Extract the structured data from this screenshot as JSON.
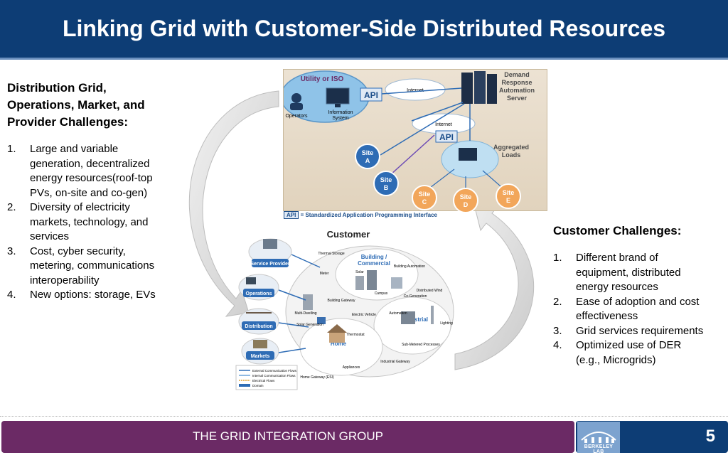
{
  "slide": {
    "title": "Linking Grid with Customer-Side Distributed Resources",
    "page_number": "5"
  },
  "left_panel": {
    "heading_lines": [
      "Distribution Grid,",
      "Operations, Market, and",
      "Provider Challenges:"
    ],
    "items": [
      {
        "num": "1.",
        "text_lines": [
          "Large and variable",
          "generation, decentralized",
          "energy resources(roof-top",
          "PVs, on-site and co-gen)"
        ]
      },
      {
        "num": "2.",
        "text_lines": [
          "Diversity of electricity",
          "markets, technology, and",
          "services"
        ]
      },
      {
        "num": "3.",
        "text_lines": [
          "Cost, cyber security,",
          "metering, communications",
          "interoperability"
        ]
      },
      {
        "num": "4.",
        "text_lines": [
          "New options: storage, EVs"
        ]
      }
    ]
  },
  "right_panel": {
    "heading": "Customer Challenges:",
    "items": [
      {
        "num": "1.",
        "text_lines": [
          "Different brand of",
          "equipment, distributed",
          "energy resources"
        ]
      },
      {
        "num": "2.",
        "text_lines": [
          "Ease of adoption and cost",
          "effectiveness"
        ]
      },
      {
        "num": "3.",
        "text_lines": [
          "Grid services requirements"
        ]
      },
      {
        "num": "4.",
        "text_lines": [
          "Optimized use of DER",
          "(e.g., Microgrids)"
        ]
      }
    ]
  },
  "top_diagram": {
    "utility_label": "Utility or ISO",
    "operators_label": "Operators",
    "info_system_label": [
      "Information",
      "System"
    ],
    "api_label": "API",
    "internet_label": "Internet",
    "server_label": [
      "Demand",
      "Response",
      "Automation",
      "Server"
    ],
    "aggregated_label": [
      "Aggregated",
      "Loads"
    ],
    "sites": [
      {
        "lines": [
          "Site",
          "A"
        ]
      },
      {
        "lines": [
          "Site",
          "B"
        ]
      },
      {
        "lines": [
          "Site",
          "C"
        ]
      },
      {
        "lines": [
          "Site",
          "D"
        ]
      },
      {
        "lines": [
          "Site",
          "E"
        ]
      }
    ],
    "legend_api": "API",
    "legend_text": "= Standardized Application Programming Interface"
  },
  "bottom_diagram": {
    "title": "Customer",
    "domains": [
      "Service Provider",
      "Operations",
      "Distribution",
      "Markets"
    ],
    "cloud_labels": {
      "building": [
        "Building /",
        "Commercial"
      ],
      "industrial": "Industrial",
      "home": "Home"
    },
    "small_labels": [
      "Thermal Storage",
      "Building Automation",
      "Meter",
      "Solar",
      "Campus",
      "Distributed Wind",
      "Co-Generation",
      "Building Gateway",
      "Multi-Dwelling",
      "Electric Vehicle",
      "Automation",
      "Lighting",
      "Solar Generation",
      "Thermostat",
      "Sub-Metered Processes",
      "Industrial Gateway",
      "Appliances",
      "Home Gateway (ESI)"
    ],
    "legend": [
      "External Communication Flows",
      "Internal Communication Flows",
      "Electrical Flows",
      "Domain"
    ]
  },
  "footer": {
    "group_name": "THE GRID INTEGRATION GROUP",
    "logo_text": "BERKELEY LAB"
  },
  "colors": {
    "title_bar": "#0d3d75",
    "footer_bar": "#6b2a65",
    "site_bubble": "#f2a65a",
    "domain_blue": "#2e6cb5"
  }
}
